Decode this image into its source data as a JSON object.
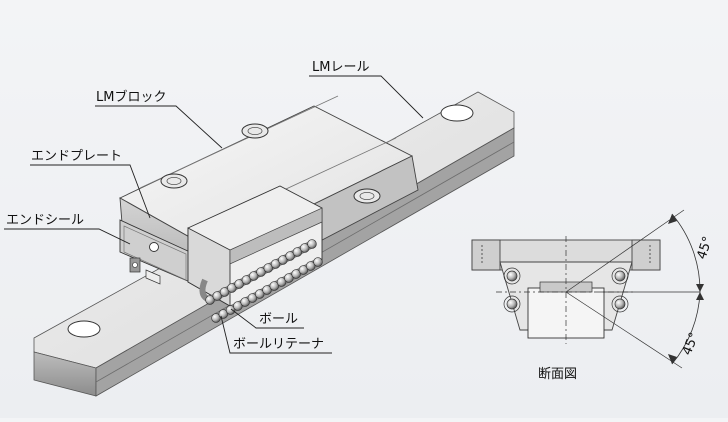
{
  "labels": {
    "lm_rail": "LMレール",
    "lm_block": "LMブロック",
    "end_plate": "エンドプレート",
    "end_seal": "エンドシール",
    "ball": "ボール",
    "ball_retainer": "ボールリテーナ",
    "cross_section": "断面図"
  },
  "angles": {
    "upper": "45°",
    "lower": "45°"
  }
}
